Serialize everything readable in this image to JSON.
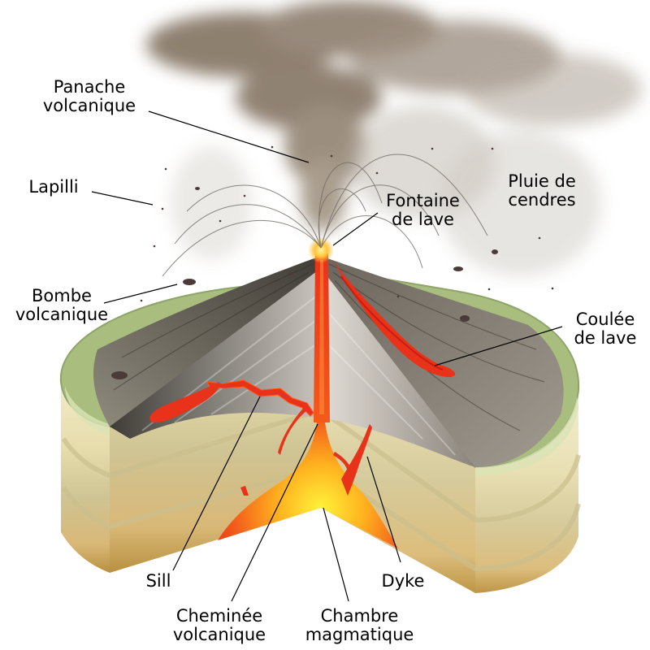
{
  "labels": {
    "panache": [
      "Panache",
      "volcanique"
    ],
    "lapilli": [
      "Lapilli"
    ],
    "fontaine": [
      "Fontaine",
      "de lave"
    ],
    "pluie": [
      "Pluie de",
      "cendres"
    ],
    "bombe": [
      "Bombe",
      "volcanique"
    ],
    "coulee": [
      "Coulée",
      "de lave"
    ],
    "sill": [
      "Sill"
    ],
    "dyke": [
      "Dyke"
    ],
    "cheminee": [
      "Cheminée",
      "volcanique"
    ],
    "chambre": [
      "Chambre",
      "magmatique"
    ]
  },
  "colors": {
    "ground_surface": "#a8bd7e",
    "soil_light": "#e9e2b5",
    "soil_dark": "#c7a55e",
    "rock_dark": "#4a4741",
    "rock_light": "#cfcac4",
    "magma": "#e8321a",
    "magma_core": "#ffe23a",
    "ash_plume": "#8a7a68"
  }
}
